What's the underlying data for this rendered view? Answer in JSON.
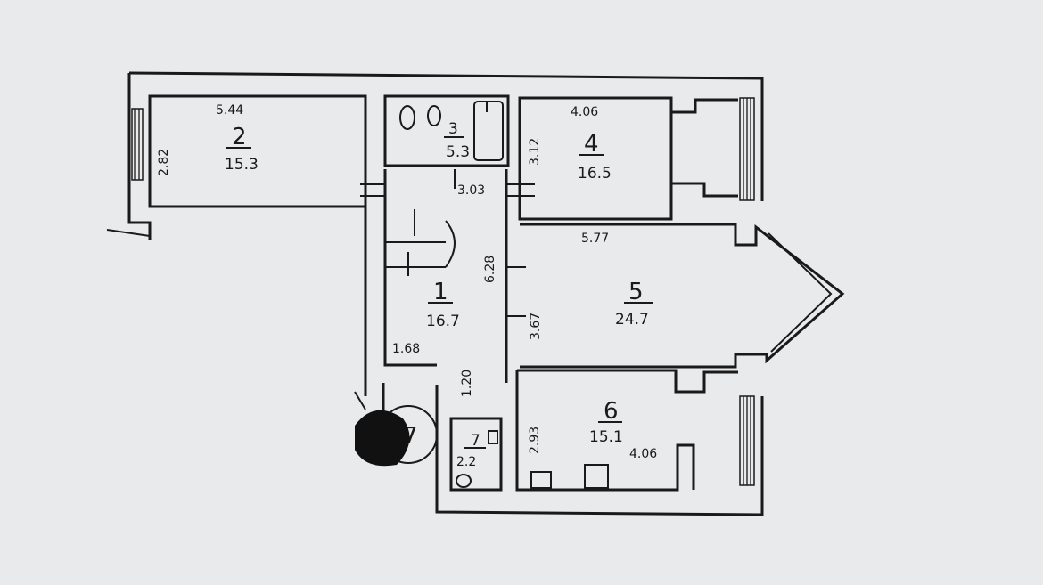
{
  "rooms": [
    {
      "number": "1",
      "area": "16.7"
    },
    {
      "number": "2",
      "area": "15.3"
    },
    {
      "number": "3",
      "area": "5.3"
    },
    {
      "number": "4",
      "area": "16.5"
    },
    {
      "number": "5",
      "area": "24.7"
    },
    {
      "number": "6",
      "area": "15.1"
    },
    {
      "number": "7",
      "area": "2.2"
    }
  ],
  "marker": {
    "label": "7"
  },
  "dimensions": [
    "5.44",
    "2.82",
    "4.06",
    "3.12",
    "3.03",
    "5.77",
    "6.28",
    "3.67",
    "1.68",
    "1.20",
    "2.93",
    "4.06"
  ],
  "colors": {
    "paper": "#e9eaeb",
    "ink": "#1a1a1a",
    "redaction": "#111111"
  }
}
